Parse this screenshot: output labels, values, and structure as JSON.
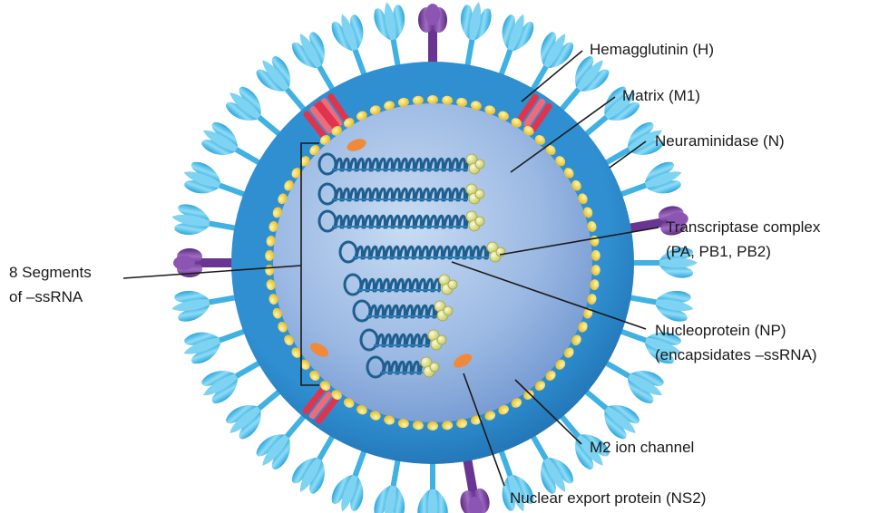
{
  "labels": {
    "hemagglutinin": "Hemagglutinin (H)",
    "matrix": "Matrix (M1)",
    "neuraminidase": "Neuraminidase (N)",
    "transcriptase_line1": "Transcriptase complex",
    "transcriptase_line2": "(PA, PB1, PB2)",
    "segments_line1": "8 Segments",
    "segments_line2": "of –ssRNA",
    "nucleoprotein_line1": "Nucleoprotein (NP)",
    "nucleoprotein_line2": "(encapsidates –ssRNA)",
    "m2": "M2 ion channel",
    "ns2": "Nuclear export protein (NS2)"
  },
  "colors": {
    "outer_envelope": "#2a86c8",
    "inner_core": "#9fbde6",
    "matrix_beads": "#f2d23c",
    "hemagglutinin_spike": "#5cc3ea",
    "neuraminidase_spike": "#7a3f9d",
    "m2_channel": "#e0344e",
    "ns2_protein": "#f08a3a",
    "rna_coil": "#1f5f8f",
    "transcriptase": "#e4e58a"
  },
  "icons": {
    "hemagglutinin": "hemagglutinin-spike-icon",
    "neuraminidase": "neuraminidase-spike-icon",
    "m2": "m2-channel-icon",
    "ns2": "ns2-protein-icon",
    "rna": "rna-segment-icon",
    "transcriptase": "transcriptase-icon"
  },
  "counts": {
    "rna_segments": 8
  }
}
